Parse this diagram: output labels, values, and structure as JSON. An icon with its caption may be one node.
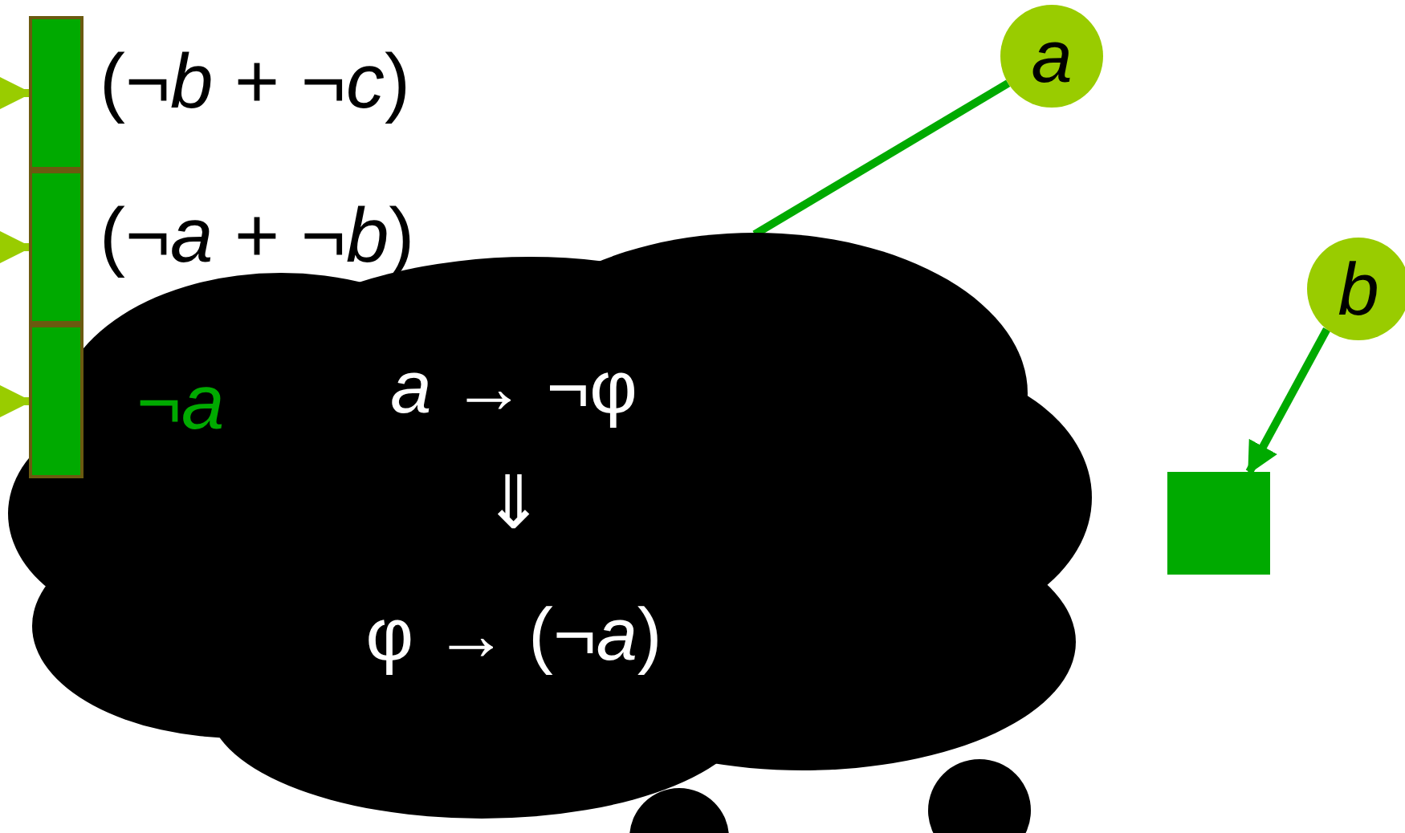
{
  "diagram": {
    "nodes": [
      {
        "text": [],
        "shape": "box"
      },
      {
        "text": [],
        "shape": "box"
      },
      {
        "text": [],
        "shape": "box"
      },
      {
        "text": [
          "a"
        ]
      },
      {
        "text": [
          "*a* → ¬φ",
          "⇓",
          "φ → (¬*a*)"
        ]
      },
      {
        "text": [
          "b"
        ]
      },
      {
        "text": [],
        "shape": "box"
      }
    ],
    "edges": [
      {
        "from": 3,
        "to": 4,
        "arrow": "none",
        "color": "#00aa00"
      },
      {
        "from": 5,
        "to": 6,
        "arrow": "to",
        "color": "#00aa00"
      },
      {
        "from": null,
        "to": 0,
        "arrow": "to"
      },
      {
        "from": null,
        "to": 1,
        "arrow": "to"
      },
      {
        "from": null,
        "to": 2,
        "arrow": "to"
      }
    ],
    "labels": [
      "(¬*b* + ¬*c*)",
      "(¬*a* + ¬*b*)",
      "¬*a*"
    ]
  }
}
